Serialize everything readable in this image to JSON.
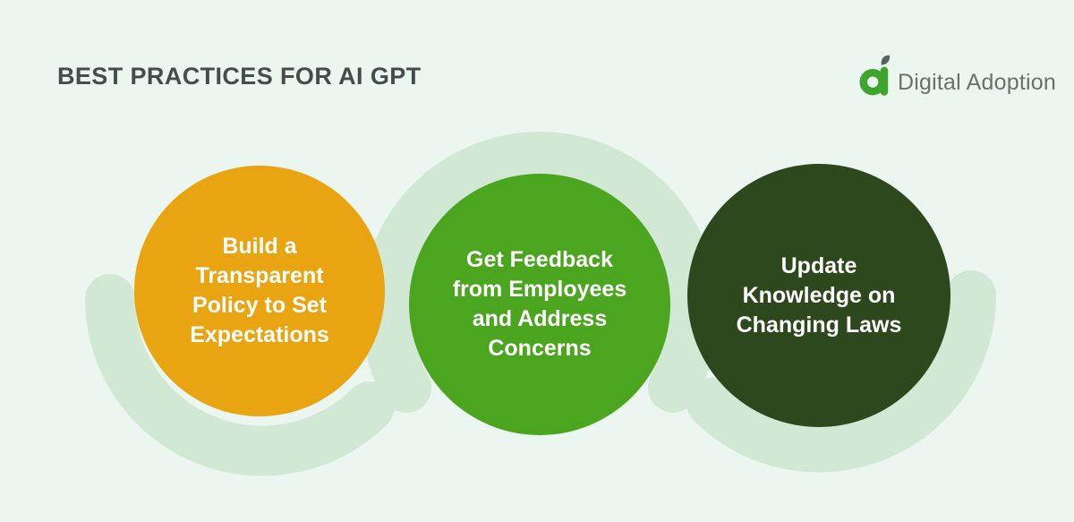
{
  "page": {
    "background_color": "#ECF6F0",
    "decoration_color": "#D1E8D5"
  },
  "header": {
    "title": "BEST PRACTICES FOR AI GPT",
    "title_color": "#464B4C",
    "logo": {
      "text": "Digital Adoption",
      "text_color": "#6A706E",
      "icon_name": "digital-adoption-logo-icon",
      "icon_green": "#3EA42B",
      "icon_leaf_gray": "#566060"
    }
  },
  "steps": [
    {
      "label": "Build a Transparent Policy to Set Expectations",
      "lines": [
        "Build a",
        "Transparent",
        "Policy to Set",
        "Expectations"
      ],
      "circle_color": "#E9A411",
      "text_color": "#FFFFFF"
    },
    {
      "label": "Get Feedback from Employees and Address Concerns",
      "lines": [
        "Get Feedback",
        "from Employees",
        "and Address",
        "Concerns"
      ],
      "circle_color": "#4CA51F",
      "text_color": "#FFFFFF"
    },
    {
      "label": "Update Knowledge on Changing Laws",
      "lines": [
        "Update",
        "Knowledge on",
        "Changing Laws"
      ],
      "circle_color": "#2D481C",
      "text_color": "#FFFFFF"
    }
  ]
}
